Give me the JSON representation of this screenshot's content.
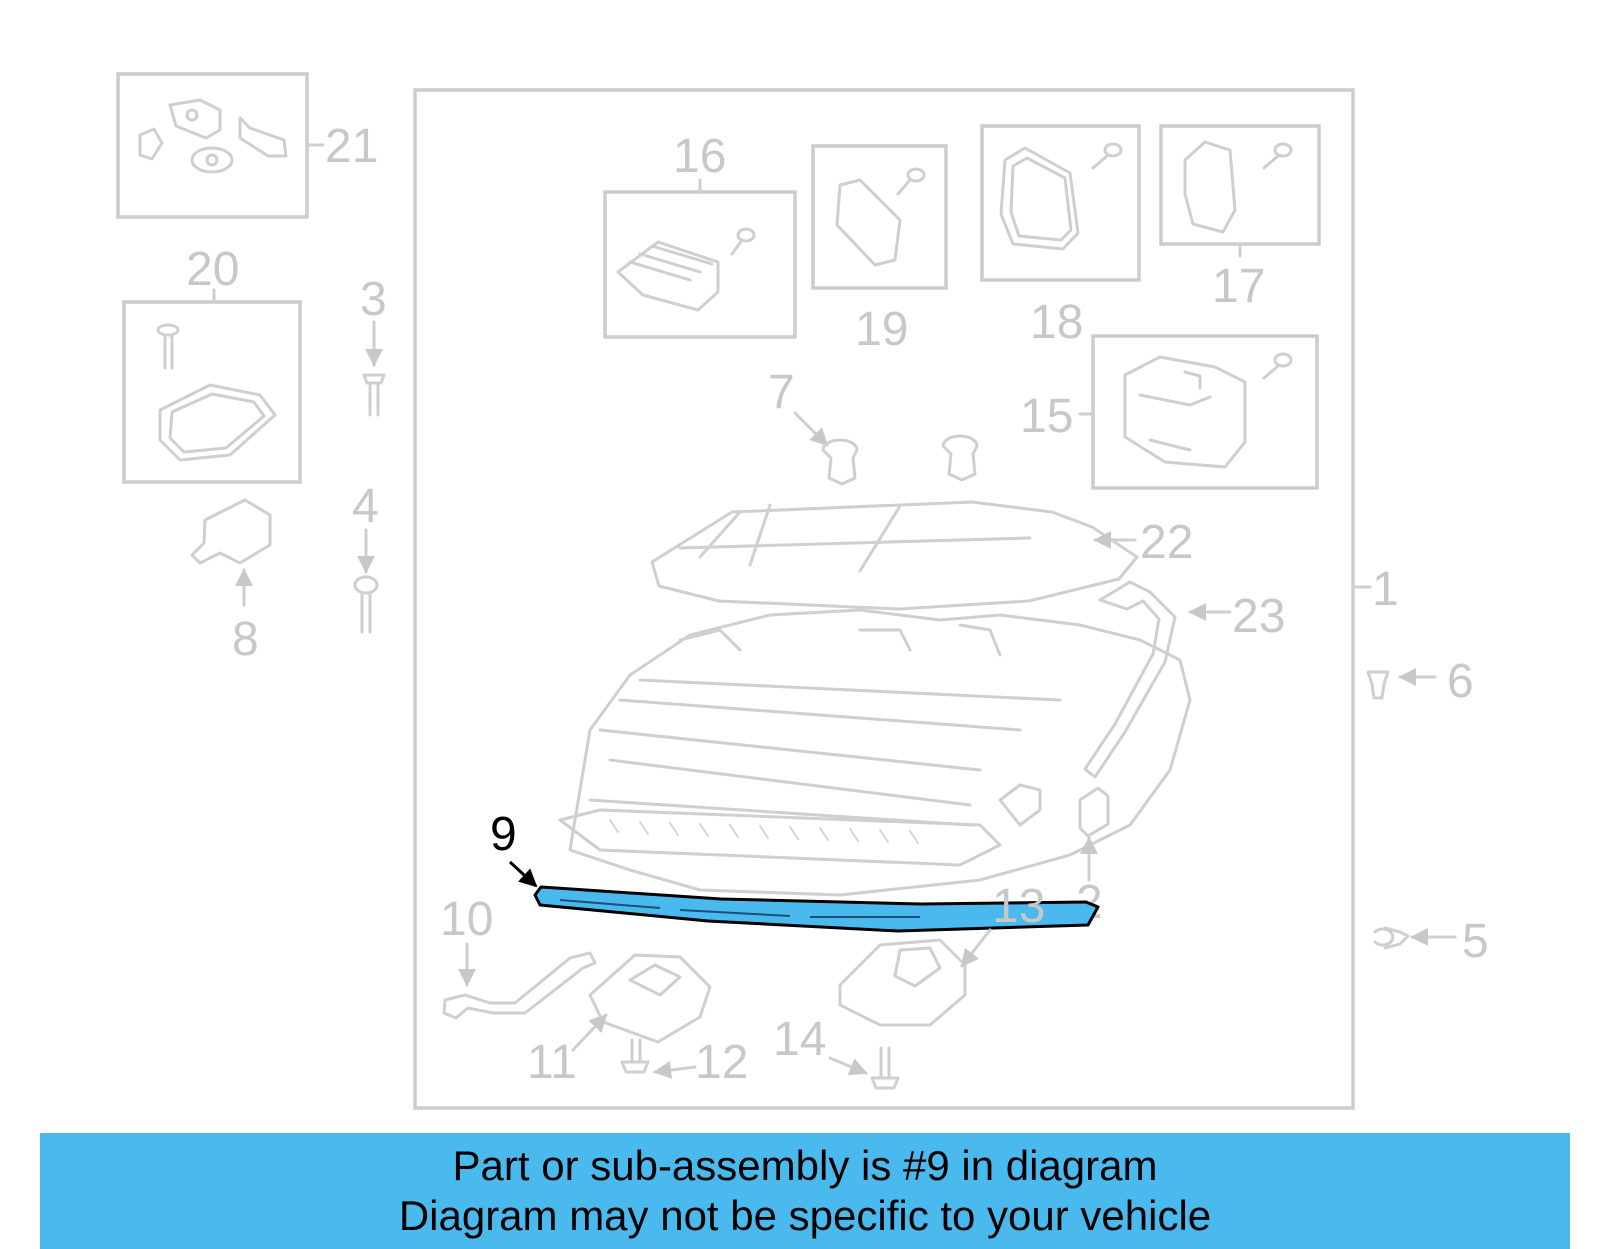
{
  "callouts": [
    "1",
    "2",
    "3",
    "4",
    "5",
    "6",
    "7",
    "8",
    "9",
    "10",
    "11",
    "12",
    "13",
    "14",
    "15",
    "16",
    "17",
    "18",
    "19",
    "20",
    "21",
    "22",
    "23"
  ],
  "highlighted_part": "9",
  "colors": {
    "highlight": "#4ab9ee",
    "line_art": "#cccccc",
    "callout_active": "#000000"
  },
  "banner": {
    "line1": "Part or sub-assembly is #9 in diagram",
    "line2": "Diagram may not be specific to your vehicle"
  }
}
